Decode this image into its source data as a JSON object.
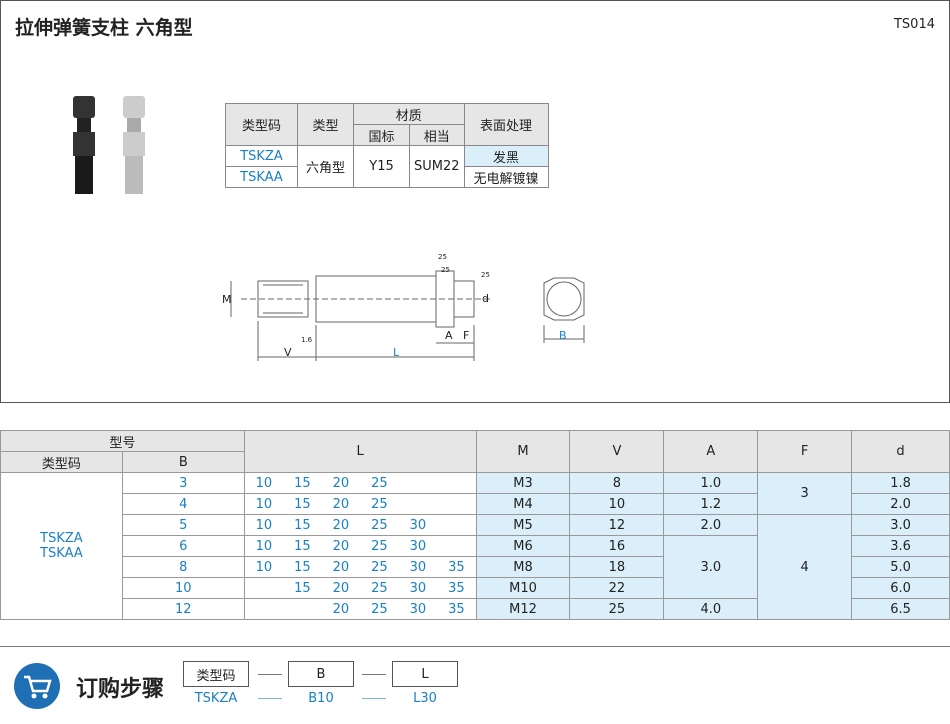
{
  "header": {
    "title": "拉伸弹簧支柱  六角型",
    "code": "TS014"
  },
  "material_table": {
    "h_type_code": "类型码",
    "h_type": "类型",
    "h_material": "材质",
    "h_surface": "表面处理",
    "h_std": "国标",
    "h_equiv": "相当",
    "codes": [
      "TSKZA",
      "TSKAA"
    ],
    "type": "六角型",
    "std": "Y15",
    "equiv": "SUM22",
    "surfaces": [
      "发黑",
      "无电解镀镍"
    ]
  },
  "drawing": {
    "M": "M",
    "V": "V",
    "L": "L",
    "A": "A",
    "F": "F",
    "d": "d",
    "B": "B",
    "r1": "1.6",
    "r2": "25",
    "r3": "25",
    "r4": "25"
  },
  "spec_table": {
    "h_model": "型号",
    "h_type_code": "类型码",
    "h_B": "B",
    "h_L": "L",
    "h_M": "M",
    "h_V": "V",
    "h_A": "A",
    "h_F": "F",
    "h_d": "d",
    "codes": [
      "TSKZA",
      "TSKAA"
    ],
    "rows": [
      {
        "B": "3",
        "L": [
          "10",
          "15",
          "20",
          "25",
          "",
          ""
        ],
        "M": "M3",
        "V": "8",
        "d": "1.8"
      },
      {
        "B": "4",
        "L": [
          "10",
          "15",
          "20",
          "25",
          "",
          ""
        ],
        "M": "M4",
        "V": "10",
        "d": "2.0"
      },
      {
        "B": "5",
        "L": [
          "10",
          "15",
          "20",
          "25",
          "30",
          ""
        ],
        "M": "M5",
        "V": "12",
        "d": "3.0"
      },
      {
        "B": "6",
        "L": [
          "10",
          "15",
          "20",
          "25",
          "30",
          ""
        ],
        "M": "M6",
        "V": "16",
        "d": "3.6"
      },
      {
        "B": "8",
        "L": [
          "10",
          "15",
          "20",
          "25",
          "30",
          "35"
        ],
        "M": "M8",
        "V": "18",
        "d": "5.0"
      },
      {
        "B": "10",
        "L": [
          "",
          "15",
          "20",
          "25",
          "30",
          "35"
        ],
        "M": "M10",
        "V": "22",
        "d": "6.0"
      },
      {
        "B": "12",
        "L": [
          "",
          "",
          "20",
          "25",
          "30",
          "35"
        ],
        "M": "M12",
        "V": "25",
        "d": "6.5"
      }
    ],
    "A": [
      "1.0",
      "1.2",
      "2.0",
      "3.0",
      "4.0"
    ],
    "F": [
      "3",
      "4"
    ]
  },
  "order": {
    "title": "订购步骤",
    "labels": [
      "类型码",
      "B",
      "L"
    ],
    "example": [
      "TSKZA",
      "B10",
      "L30"
    ],
    "icon": "cart-icon"
  }
}
